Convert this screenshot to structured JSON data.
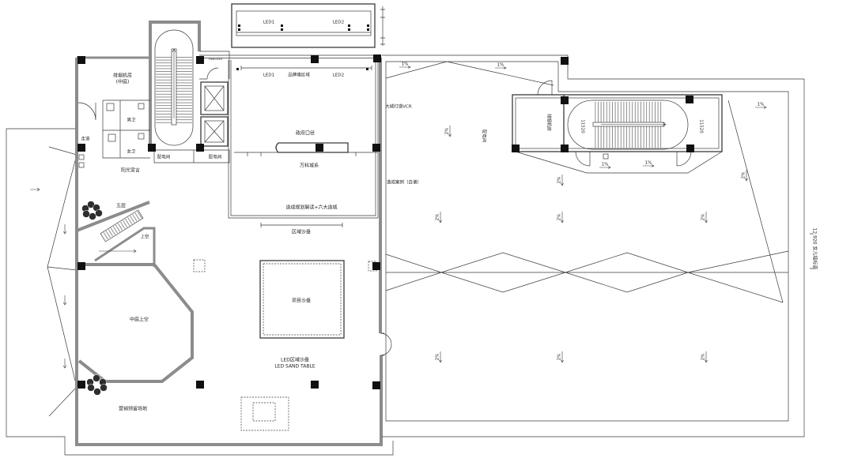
{
  "drawing": {
    "colors": {
      "background": "#ffffff",
      "wall": "#8c8c8c",
      "line": "#3a3a3a",
      "column": "#111111"
    }
  },
  "labels": {
    "smoke_exhaust_room": "排烟机房",
    "atrium_note": "(中庭)",
    "mens_toilet": "男卫",
    "womens_toilet": "女卫",
    "corridor": "走道",
    "power_room_left": "配电间",
    "power_room_right": "配电间",
    "sunshine_manifesto": "阳光宣言",
    "exit_tag": "PWD.EXIT",
    "led_box_led1": "LED1",
    "led_box_led2": "LED2",
    "brand_wall_led1": "LED1",
    "brand_wall_zone": "品牌墙区域",
    "brand_wall_led2": "LED2",
    "government_caliber": "政府口径",
    "vanke_series": "万科城系",
    "planning_interpretation": "造成规划解读+六大造城",
    "regional_sand_table": "区域沙盘",
    "fifth_floor": "五层",
    "void_above": "上空",
    "project_sand_table": "项目沙盘",
    "atrium_void": "中庭上空",
    "led_sand_table_cn": "LED区域沙盘",
    "led_sand_table_en": "LED SAND TABLE",
    "marketing_reserved": "营销预留场地"
  },
  "roof": {
    "city_vcr": "大城打造VCR",
    "power_room": "配电间",
    "case_study": "造成案例（自谱）",
    "smoke_exhaust_room": "排烟机房",
    "stair_left_mark": "11520",
    "stair_right_mark": "11520",
    "parapet_elevation": "12.920 女儿墙标高",
    "slopes_1pct": [
      "1%",
      "1%",
      "1%",
      "1%",
      "1%"
    ],
    "slopes_2pct": [
      "2%",
      "2%",
      "2%",
      "2%",
      "2%",
      "2%",
      "2%",
      "2%",
      "2%"
    ]
  }
}
